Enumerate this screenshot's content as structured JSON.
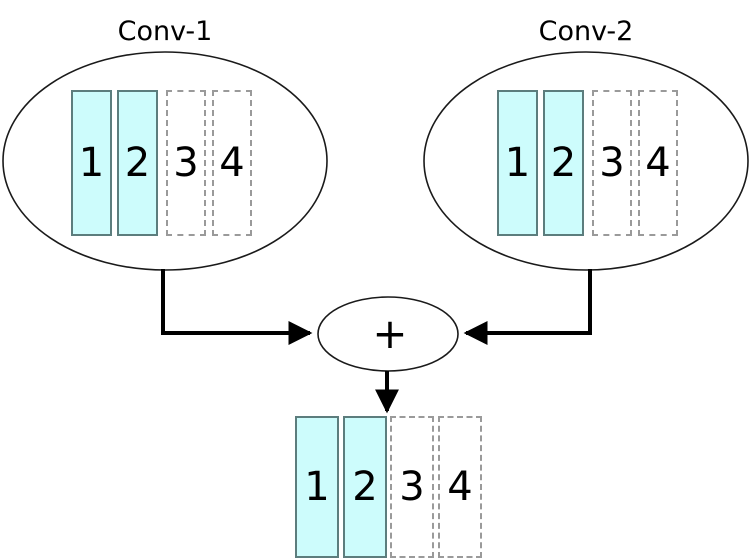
{
  "diagram": {
    "title_hidden": "",
    "branches": [
      {
        "id": "conv-1",
        "label": "Conv-1",
        "boxes": [
          {
            "label": "1",
            "state": "active"
          },
          {
            "label": "2",
            "state": "active"
          },
          {
            "label": "3",
            "state": "inactive"
          },
          {
            "label": "4",
            "state": "inactive"
          }
        ]
      },
      {
        "id": "conv-2",
        "label": "Conv-2",
        "boxes": [
          {
            "label": "1",
            "state": "active"
          },
          {
            "label": "2",
            "state": "active"
          },
          {
            "label": "3",
            "state": "inactive"
          },
          {
            "label": "4",
            "state": "inactive"
          }
        ]
      }
    ],
    "operator": {
      "symbol": "+",
      "name": "sum-node"
    },
    "output": {
      "id": "output",
      "boxes": [
        {
          "label": "1",
          "state": "active"
        },
        {
          "label": "2",
          "state": "active"
        },
        {
          "label": "3",
          "state": "inactive"
        },
        {
          "label": "4",
          "state": "inactive"
        }
      ]
    },
    "colors": {
      "active_fill": "#cdfcfc",
      "active_stroke": "#5c7d7d",
      "inactive_fill": "#ffffff",
      "inactive_stroke": "#9a9a9a",
      "ellipse_stroke": "#1a1a1a",
      "arrow_stroke": "#000000",
      "text": "#000000",
      "background": "#ffffff"
    }
  }
}
